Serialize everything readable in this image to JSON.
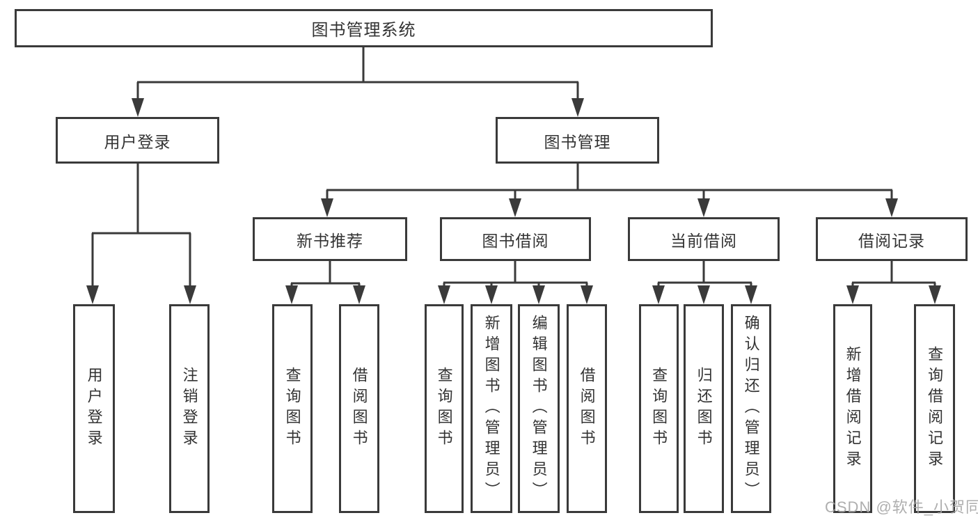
{
  "hierarchy": {
    "root": {
      "label": "图书管理系统",
      "children": [
        {
          "label": "用户登录",
          "children": [
            {
              "label": "用户登录"
            },
            {
              "label": "注销登录"
            }
          ]
        },
        {
          "label": "图书管理",
          "children": [
            {
              "label": "新书推荐",
              "children": [
                {
                  "label": "查询图书"
                },
                {
                  "label": "借阅图书"
                }
              ]
            },
            {
              "label": "图书借阅",
              "children": [
                {
                  "label": "查询图书"
                },
                {
                  "label": "新增图书（管理员）"
                },
                {
                  "label": "编辑图书（管理员）"
                },
                {
                  "label": "借阅图书"
                }
              ]
            },
            {
              "label": "当前借阅",
              "children": [
                {
                  "label": "查询图书"
                },
                {
                  "label": "归还图书"
                },
                {
                  "label": "确认归还（管理员）"
                }
              ]
            },
            {
              "label": "借阅记录",
              "children": [
                {
                  "label": "新增借阅记录"
                },
                {
                  "label": "查询借阅记录"
                }
              ]
            }
          ]
        }
      ]
    }
  },
  "watermark": {
    "text": "CSDN @软件_小贺同学"
  },
  "colors": {
    "line": "#3a3a3a",
    "box_border": "#3a3a3a",
    "text": "#333333",
    "watermark": "#a5a5a5",
    "background": "#ffffff"
  }
}
